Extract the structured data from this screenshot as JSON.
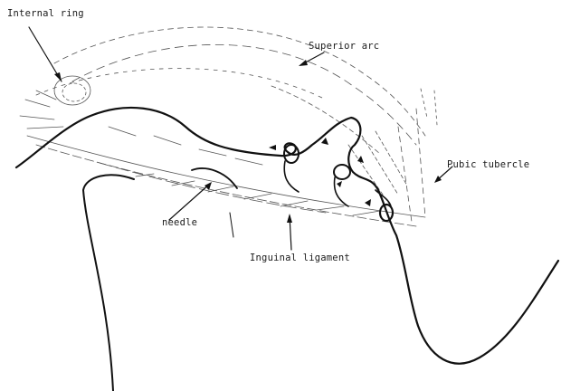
{
  "labels": {
    "internal_ring": "Internal ring",
    "superior_arc": "Superior arc",
    "pubic_tubercle": "Pubic tubercle",
    "needle": "needle",
    "inguinal_ligament": "Inguinal ligament"
  }
}
